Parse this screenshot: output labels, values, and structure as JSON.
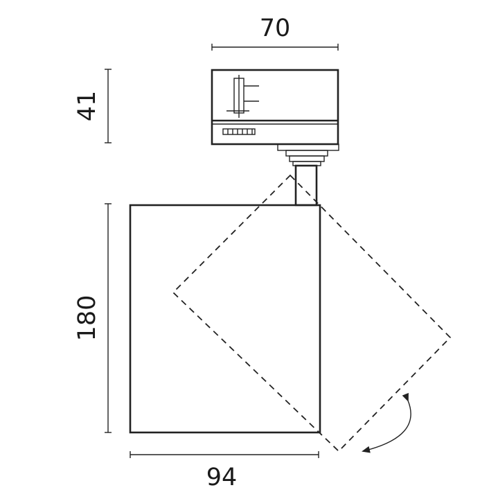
{
  "dimensions": {
    "track_adapter_width": "70",
    "track_adapter_height": "41",
    "spot_head_height": "180",
    "spot_head_width": "94"
  },
  "icons": {
    "rotation": "rotation-arrow-icon"
  },
  "colors": {
    "line": "#222222",
    "background": "#ffffff"
  }
}
